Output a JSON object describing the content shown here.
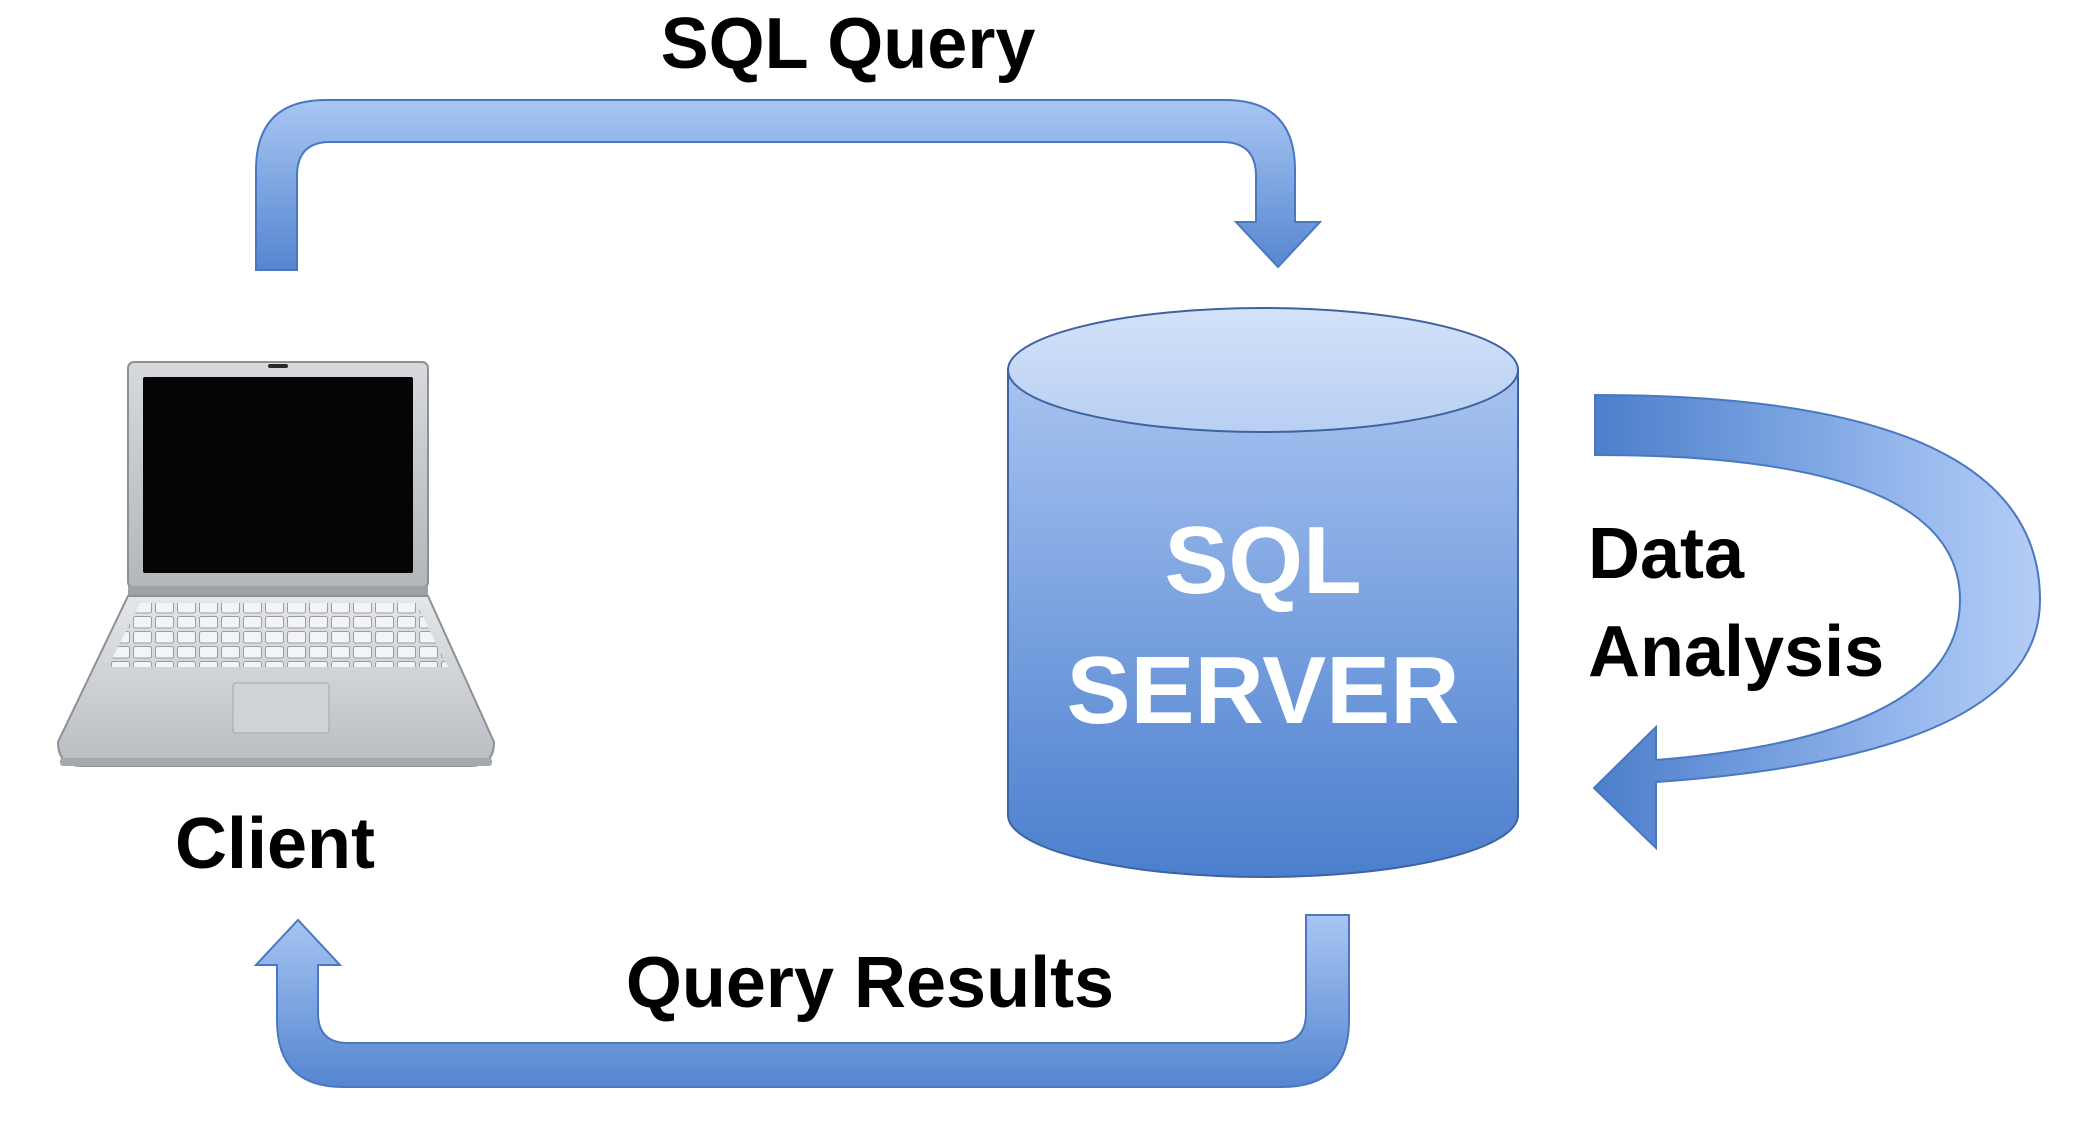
{
  "labels": {
    "sql_query": "SQL Query",
    "client": "Client",
    "server_line1": "SQL",
    "server_line2": "SERVER",
    "analysis_line1": "Data",
    "analysis_line2": "Analysis",
    "query_results": "Query Results"
  },
  "colors": {
    "arrow_light": "#a8c4f2",
    "arrow_dark": "#4f81cc",
    "arrow_stroke": "#4a78c0",
    "cylinder_top": "#c8dbf7",
    "cylinder_bottom": "#4a7fce",
    "label_text": "#000000",
    "server_text": "#ffffff"
  },
  "icons": {
    "client": "laptop-icon",
    "server": "database-cylinder-icon"
  }
}
